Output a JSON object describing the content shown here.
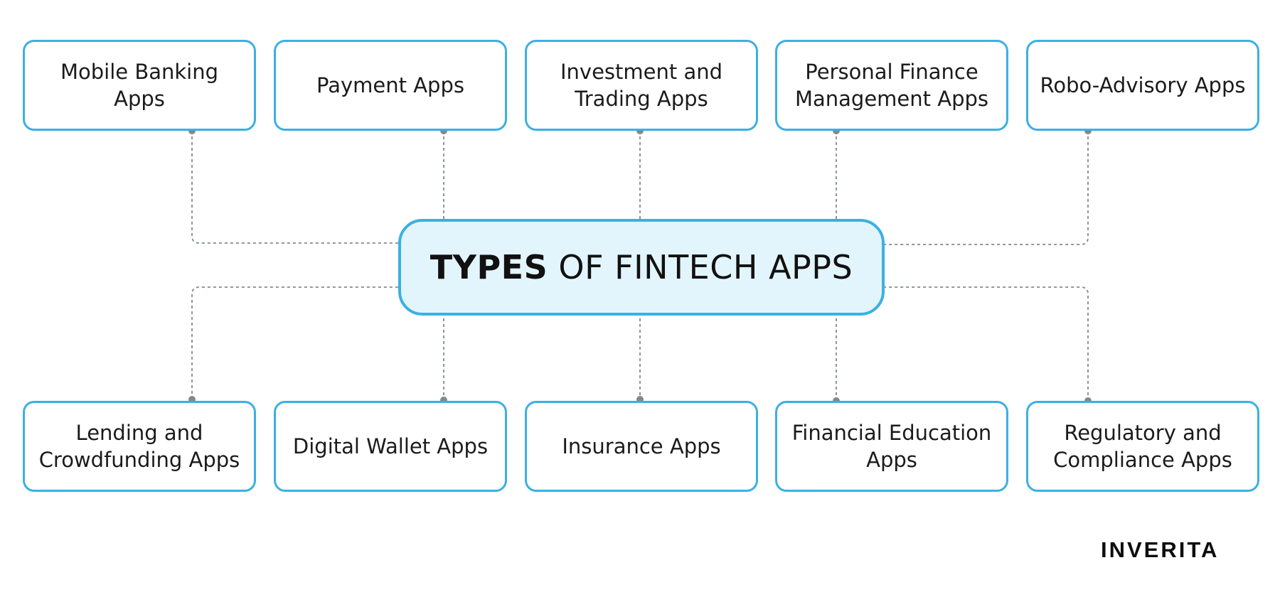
{
  "title": {
    "bold": "TYPES",
    "rest": "OF FINTECH APPS"
  },
  "top_nodes": [
    "Mobile Banking Apps",
    "Payment Apps",
    "Investment and Trading Apps",
    "Personal Finance Management Apps",
    "Robo-Advisory Apps"
  ],
  "bottom_nodes": [
    "Lending and Crowdfunding Apps",
    "Digital Wallet Apps",
    "Insurance Apps",
    "Financial Education Apps",
    "Regulatory and Compliance Apps"
  ],
  "brand": {
    "logo_text": "INVERITA"
  },
  "colors": {
    "node_border": "#3bb0e2",
    "center_fill": "#e2f5fc",
    "connector": "#7d8a92"
  }
}
